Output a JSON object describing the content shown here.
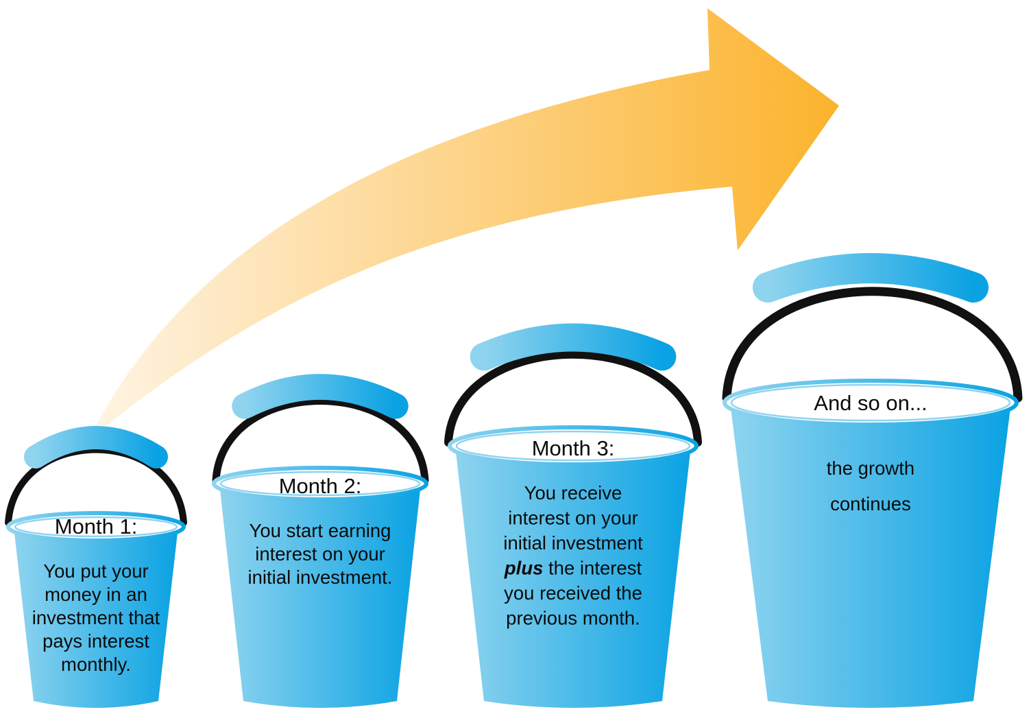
{
  "colors": {
    "bucket_light": "#8fd4ef",
    "bucket_dark": "#0aa2e3",
    "rim": "#ffffff",
    "handle": "#111111",
    "arrow_start": "#fff4e4",
    "arrow_end": "#fbb32c"
  },
  "buckets": [
    {
      "title": "Month 1:",
      "lines": [
        [
          "You put your"
        ],
        [
          "money in an"
        ],
        [
          "investment that"
        ],
        [
          "pays interest"
        ],
        [
          "monthly."
        ]
      ]
    },
    {
      "title": "Month 2:",
      "lines": [
        [
          "You start earning"
        ],
        [
          "interest on your"
        ],
        [
          "initial investment."
        ]
      ]
    },
    {
      "title": "Month 3:",
      "lines": [
        [
          "You receive"
        ],
        [
          "interest on your"
        ],
        [
          "initial investment"
        ],
        [
          "plus",
          " the interest"
        ],
        [
          "you received the"
        ],
        [
          "previous month."
        ]
      ]
    },
    {
      "title": "And so on...",
      "lines": [
        [
          "the growth"
        ],
        [
          "continues"
        ]
      ]
    }
  ]
}
